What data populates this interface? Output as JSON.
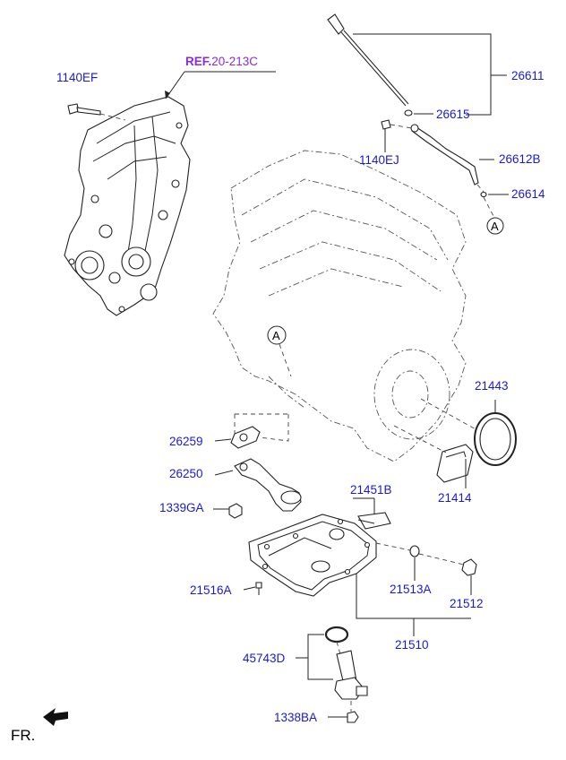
{
  "ref": {
    "prefix": "REF.",
    "code": "20-213C"
  },
  "parts": {
    "p1140EF": "1140EF",
    "p26611": "26611",
    "p26615": "26615",
    "p1140EJ": "1140EJ",
    "p26612B": "26612B",
    "p26614": "26614",
    "p21443": "21443",
    "p26259": "26259",
    "p26250": "26250",
    "p1339GA": "1339GA",
    "p21451B": "21451B",
    "p21414": "21414",
    "p21516A": "21516A",
    "p21513A": "21513A",
    "p21512": "21512",
    "p21510": "21510",
    "p45743D": "45743D",
    "p1338BA": "1338BA"
  },
  "callouts": {
    "a1": "A",
    "a2": "A"
  },
  "front_marker": "FR.",
  "colors": {
    "label": "#1a1ad6",
    "ref": "#8a2be2",
    "line": "#222222"
  }
}
